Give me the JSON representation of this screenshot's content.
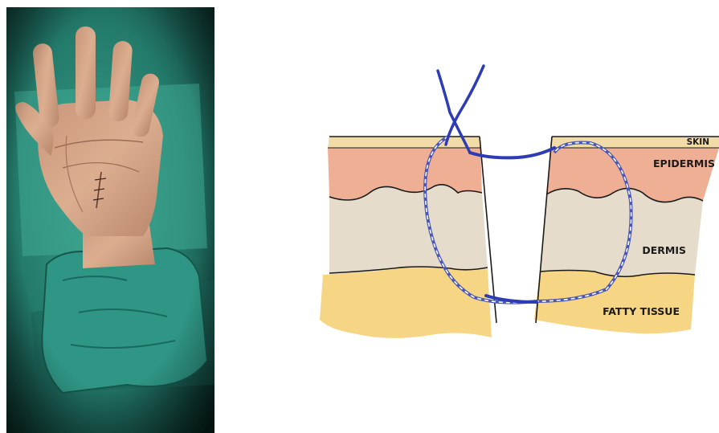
{
  "figure": {
    "photo_alt": "Palm of hand with sutured incision on surgical drape",
    "labels": {
      "skin": "SKIN",
      "epidermis": "EPIDERMIS",
      "dermis": "DERMIS",
      "fatty": "FATTY TISSUE"
    }
  },
  "colors": {
    "drape": "#2a8a78",
    "drape_dark": "#0e3a34",
    "skin_tone": "#d9a889",
    "skin_layer": "#f1dba6",
    "epidermis": "#eeaf95",
    "dermis": "#e6dccb",
    "fatty": "#f6d584",
    "suture": "#2d3cb4"
  }
}
